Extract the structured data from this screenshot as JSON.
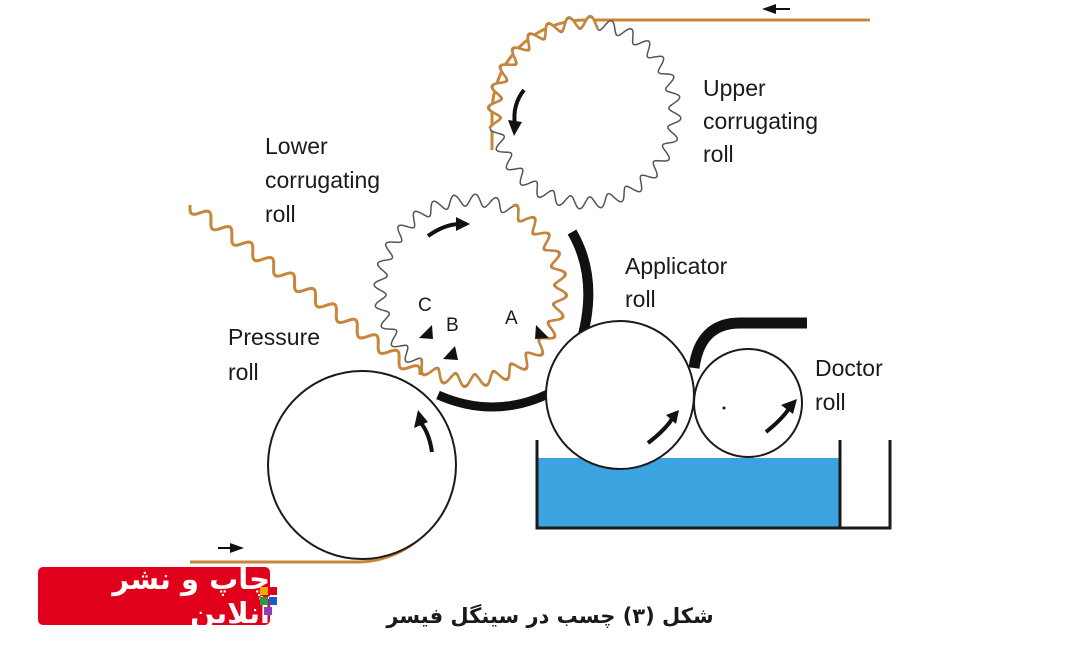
{
  "labels": {
    "upper_roll": [
      "Upper",
      "corrugating",
      "roll"
    ],
    "lower_roll": [
      "Lower",
      "corrugating",
      "roll"
    ],
    "applicator_roll": [
      "Applicator",
      "roll"
    ],
    "pressure_roll": [
      "Pressure",
      "roll"
    ],
    "doctor_roll": [
      "Doctor",
      "roll"
    ],
    "points": {
      "a": "A",
      "b": "B",
      "c": "C"
    }
  },
  "caption": "شکل (۳) چسب در سینگل فیسر",
  "logo": {
    "text": "چاپ و نشر آنلاین"
  },
  "colors": {
    "paper": "#c8863a",
    "glue": "#3aa3e0",
    "logo_red": "#e0001b",
    "ink": "#1a1a1a"
  }
}
